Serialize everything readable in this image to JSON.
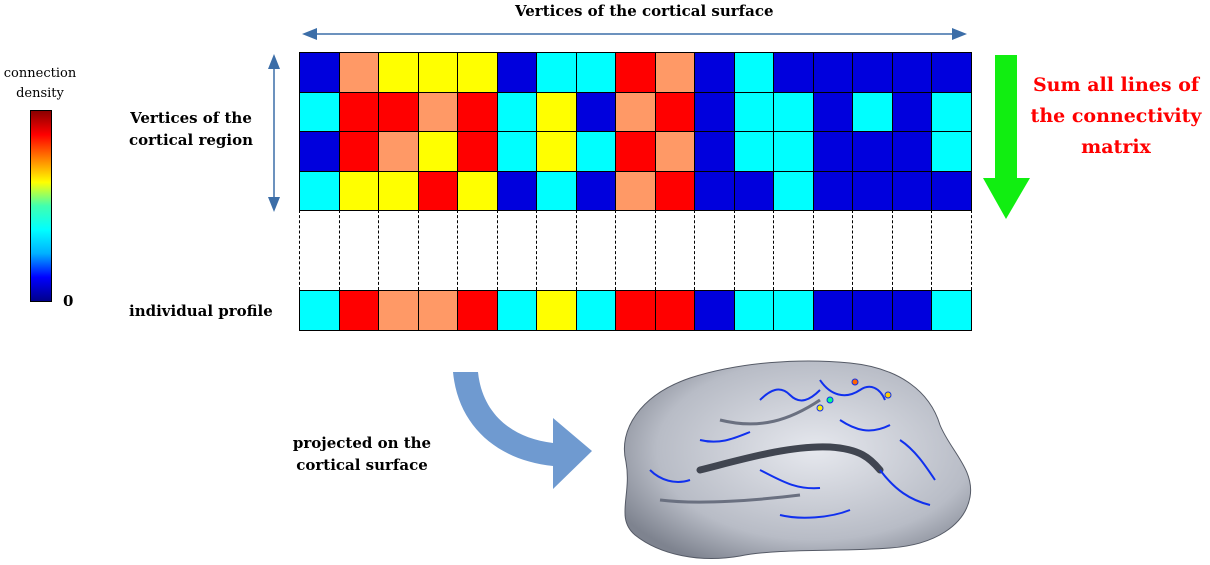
{
  "labels": {
    "top_axis": "Vertices of the cortical surface",
    "left_axis_line1": "Vertices of the",
    "left_axis_line2": "cortical region",
    "individual_profile": "individual profile",
    "sum_line1": "Sum all lines of",
    "sum_line2": "the connectivity",
    "sum_line3": "matrix",
    "projected_line1": "projected on the",
    "projected_line2": "cortical surface"
  },
  "colorbar": {
    "title_line1": "connection",
    "title_line2": "density",
    "min_label": "0",
    "gradient_colors": [
      "#00008b",
      "#0000ff",
      "#00b0ff",
      "#00ffff",
      "#40ffb0",
      "#ffff00",
      "#ff8000",
      "#ff0000",
      "#8b0000"
    ]
  },
  "palette": {
    "dark_blue": "#0000dd",
    "cyan": "#00ffff",
    "yellow": "#ffff00",
    "salmon": "#ff9966",
    "red": "#ff0000"
  },
  "matrix": {
    "rows": [
      [
        "dark_blue",
        "salmon",
        "yellow",
        "yellow",
        "yellow",
        "dark_blue",
        "cyan",
        "cyan",
        "red",
        "salmon",
        "dark_blue",
        "cyan",
        "dark_blue",
        "dark_blue",
        "dark_blue",
        "dark_blue",
        "dark_blue"
      ],
      [
        "cyan",
        "red",
        "red",
        "salmon",
        "red",
        "cyan",
        "yellow",
        "dark_blue",
        "salmon",
        "red",
        "dark_blue",
        "cyan",
        "cyan",
        "dark_blue",
        "cyan",
        "dark_blue",
        "cyan"
      ],
      [
        "dark_blue",
        "red",
        "salmon",
        "yellow",
        "red",
        "cyan",
        "yellow",
        "cyan",
        "red",
        "salmon",
        "dark_blue",
        "cyan",
        "cyan",
        "dark_blue",
        "dark_blue",
        "dark_blue",
        "cyan"
      ],
      [
        "cyan",
        "yellow",
        "yellow",
        "red",
        "yellow",
        "dark_blue",
        "cyan",
        "dark_blue",
        "salmon",
        "red",
        "dark_blue",
        "dark_blue",
        "cyan",
        "dark_blue",
        "dark_blue",
        "dark_blue",
        "dark_blue"
      ]
    ],
    "profile": [
      "cyan",
      "red",
      "salmon",
      "salmon",
      "red",
      "cyan",
      "yellow",
      "cyan",
      "red",
      "red",
      "dark_blue",
      "cyan",
      "cyan",
      "dark_blue",
      "dark_blue",
      "dark_blue",
      "cyan"
    ]
  },
  "arrows": {
    "axis_color": "#3c6ea8",
    "sum_arrow_color": "#11ee11",
    "curved_arrow_color": "#6f9ad0"
  },
  "brain": {
    "surface_color": "#b8bcc6",
    "highlight_color": "#e6e8ee",
    "tract_color": "#1030ee"
  }
}
